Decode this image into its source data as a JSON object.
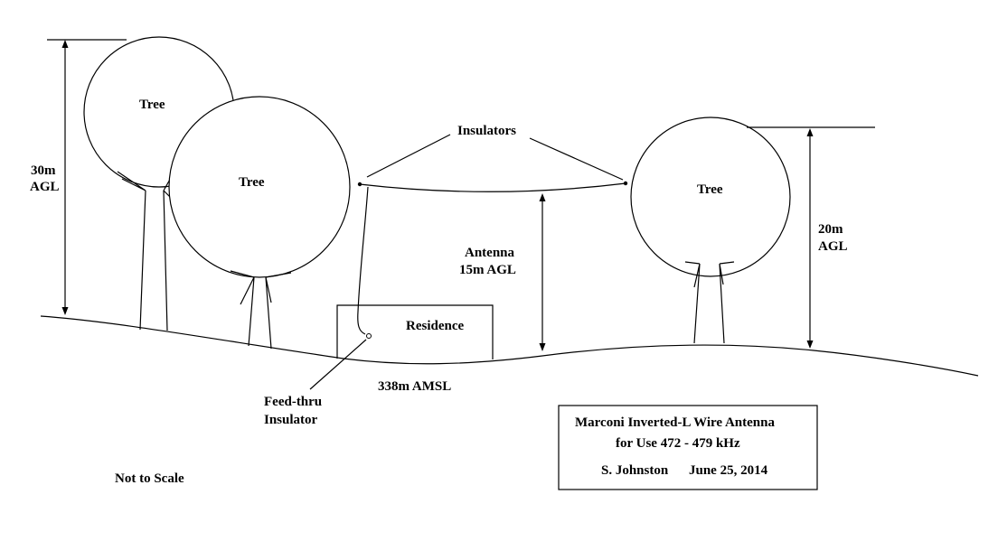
{
  "labels": {
    "tree_1": "Tree",
    "tree_2": "Tree",
    "tree_3": "Tree",
    "insulators": "Insulators",
    "height_30m_line1": "30m",
    "height_30m_line2": "AGL",
    "antenna_line1": "Antenna",
    "antenna_line2": "15m AGL",
    "height_20m_line1": "20m",
    "height_20m_line2": "AGL",
    "residence": "Residence",
    "elevation": "338m AMSL",
    "feedthru_line1": "Feed-thru",
    "feedthru_line2": "Insulator",
    "not_to_scale": "Not to Scale"
  },
  "title_box": {
    "line1": "Marconi Inverted-L Wire Antenna",
    "line2": "for Use 472 - 479 kHz",
    "author": "S. Johnston",
    "date": "June 25, 2014"
  },
  "colors": {
    "ink": "#000000",
    "background": "#ffffff"
  }
}
